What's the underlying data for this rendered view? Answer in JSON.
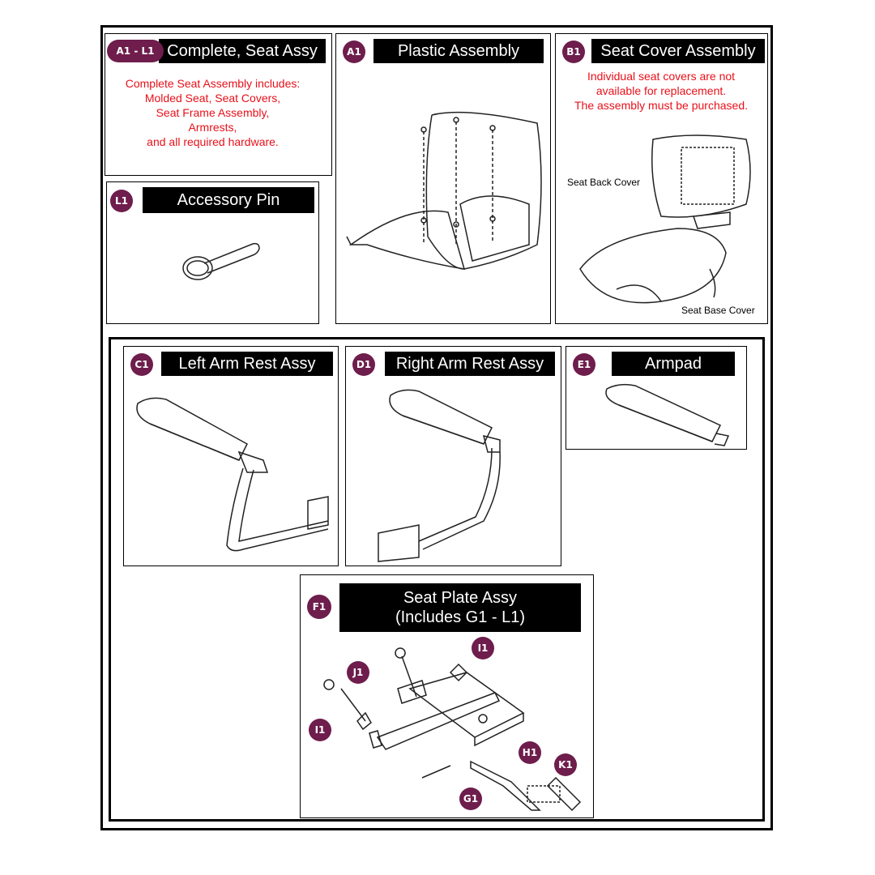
{
  "sections": {
    "complete_seat": {
      "badge": "A1 - L1",
      "title": "Complete, Seat Assy",
      "notes": [
        "Complete Seat Assembly includes:",
        "Molded Seat, Seat Covers,",
        "Seat Frame Assembly,",
        "Armrests,",
        "and all required hardware."
      ]
    },
    "plastic": {
      "badge": "A1",
      "title": "Plastic Assembly"
    },
    "seat_cover": {
      "badge": "B1",
      "title": "Seat Cover Assembly",
      "notes": [
        "Individual seat covers are not",
        "available for replacement.",
        "The assembly must be purchased."
      ],
      "back_label": "Seat Back Cover",
      "base_label": "Seat Base Cover"
    },
    "accessory_pin": {
      "badge": "L1",
      "title": "Accessory Pin"
    },
    "left_arm": {
      "badge": "C1",
      "title": "Left Arm Rest Assy"
    },
    "right_arm": {
      "badge": "D1",
      "title": "Right Arm Rest Assy"
    },
    "armpad": {
      "badge": "E1",
      "title": "Armpad"
    },
    "seat_plate": {
      "badge": "F1",
      "title_line1": "Seat Plate Assy",
      "title_line2": "(Includes G1 - L1)",
      "callouts": [
        "J1",
        "I1",
        "I1",
        "H1",
        "K1",
        "G1"
      ]
    }
  },
  "colors": {
    "badge": "#6e1d4c",
    "note_text": "#e8101a",
    "title_bg": "#000000"
  }
}
